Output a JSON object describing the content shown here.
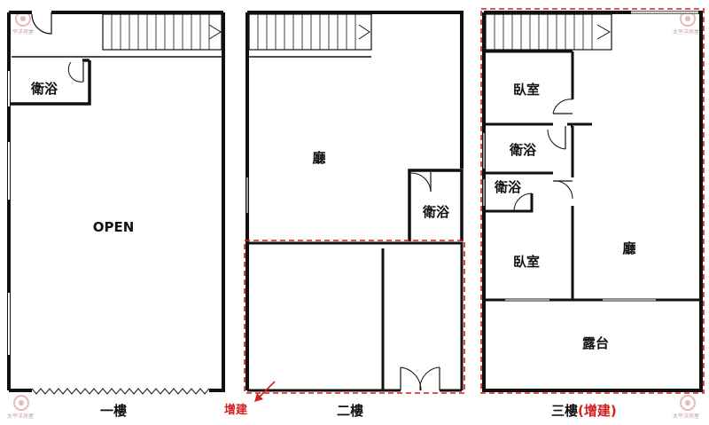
{
  "floors": [
    {
      "label": "一樓",
      "rooms": [
        "衛浴",
        "OPEN"
      ]
    },
    {
      "label": "二樓",
      "rooms": [
        "廳",
        "衛浴"
      ],
      "annotation": "增建"
    },
    {
      "label": "三樓",
      "label_suffix": "(增建)",
      "rooms": [
        "臥室",
        "衛浴",
        "衛浴",
        "臥室",
        "廳",
        "露台"
      ]
    }
  ],
  "watermark": {
    "text": "太平洋房屋"
  },
  "colors": {
    "wall": "#111111",
    "addition_border": "#d42020",
    "window": "#9a9a9a",
    "watermark": "#e7b9b9"
  }
}
